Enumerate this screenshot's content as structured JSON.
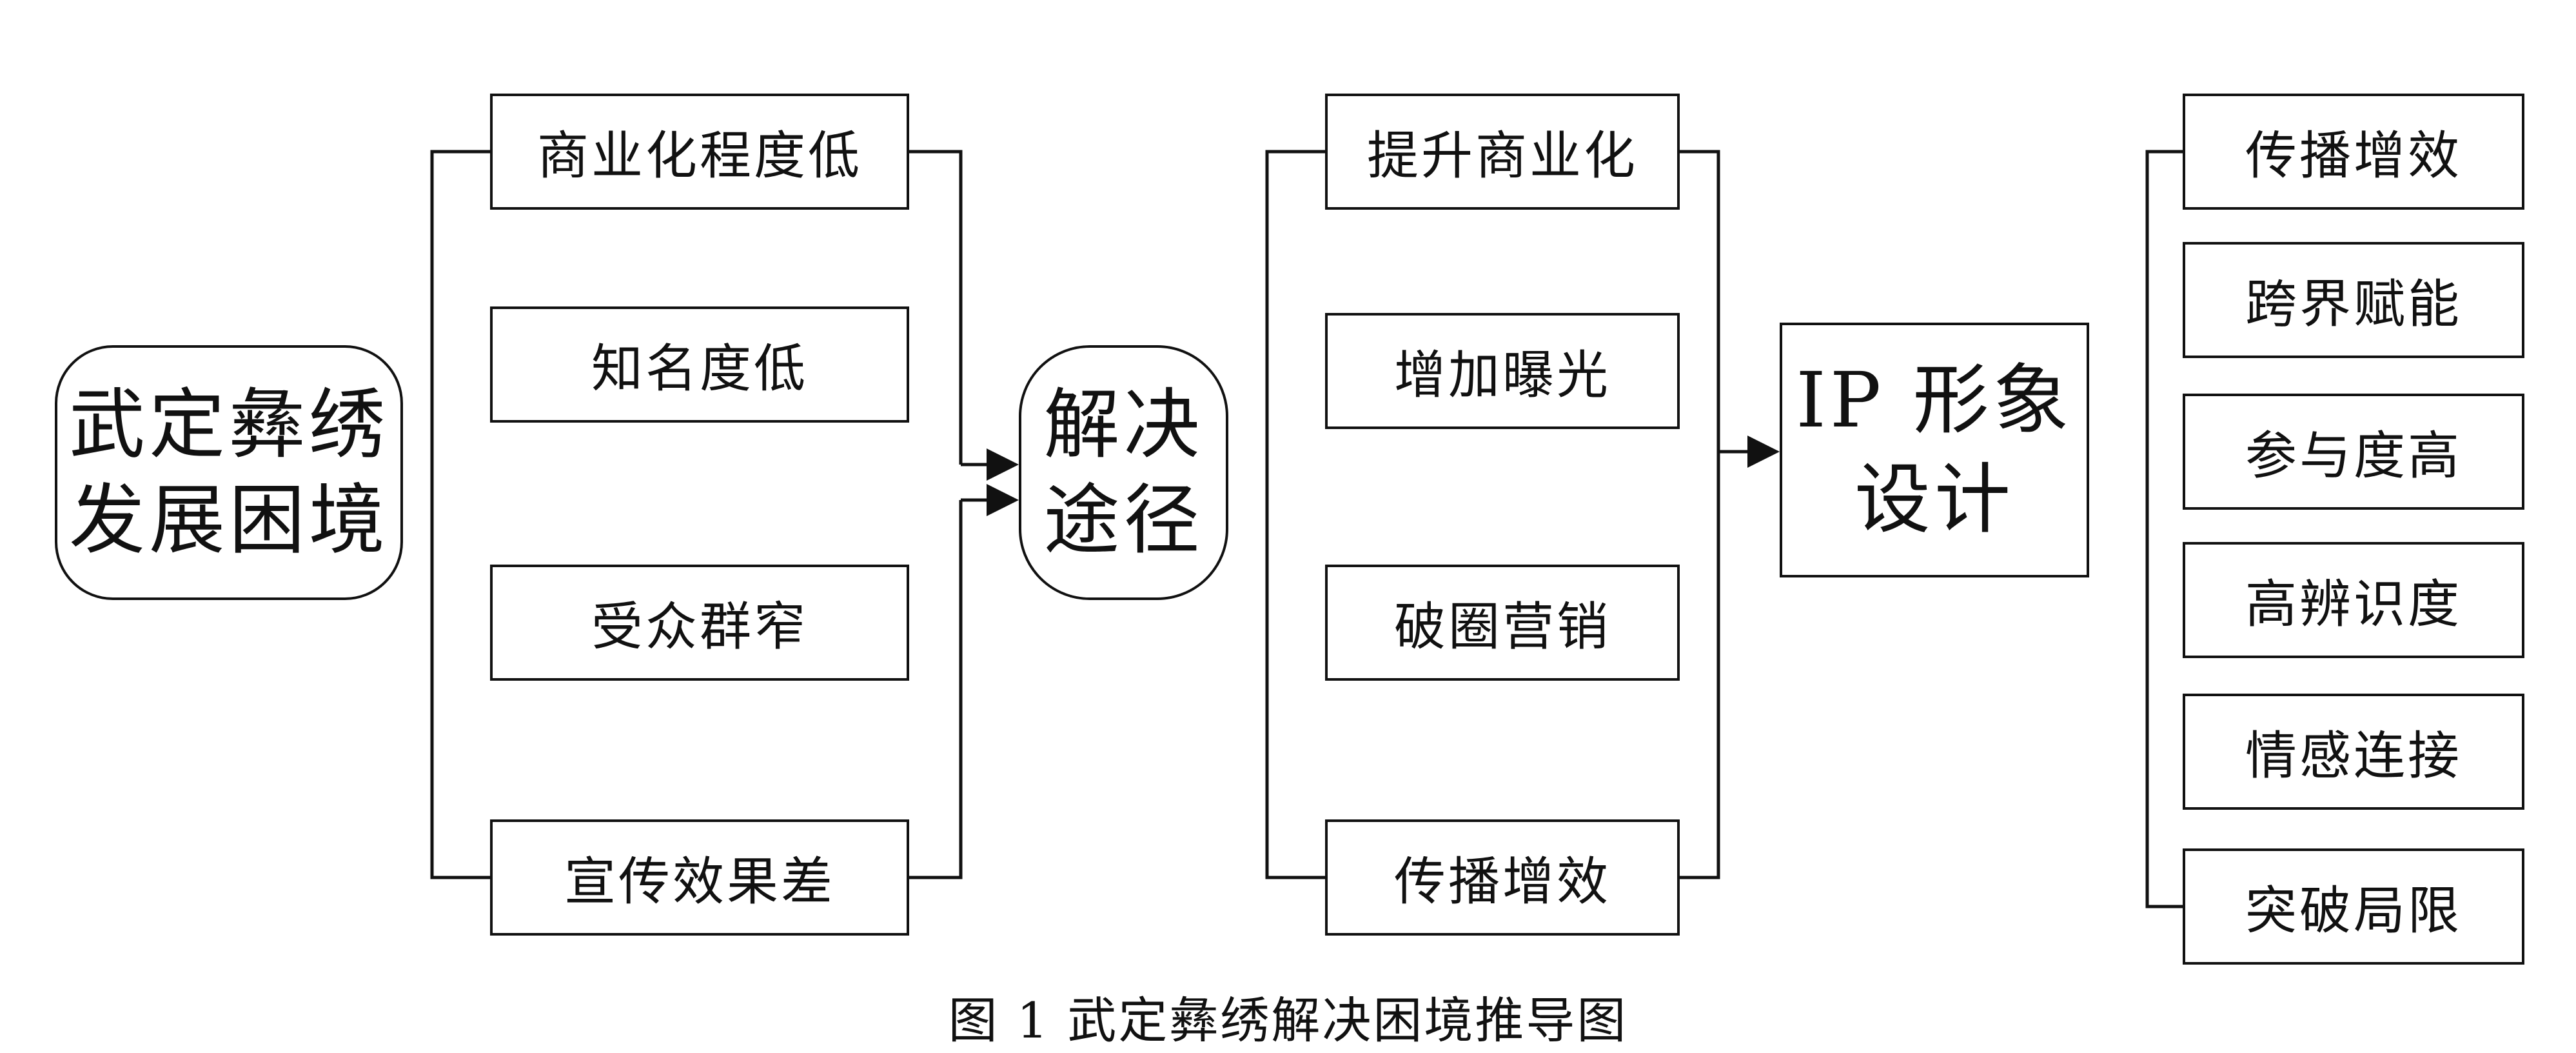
{
  "start": {
    "line1": "武定彝绣",
    "line2": "发展困境"
  },
  "problems": [
    "商业化程度低",
    "知名度低",
    "受众群窄",
    "宣传效果差"
  ],
  "hub": {
    "line1": "解决",
    "line2": "途径"
  },
  "solutions": [
    "提升商业化",
    "增加曝光",
    "破圈营销",
    "传播增效"
  ],
  "ip": {
    "line1": "IP 形象",
    "line2": "设计"
  },
  "outcomes": [
    "传播增效",
    "跨界赋能",
    "参与度高",
    "高辨识度",
    "情感连接",
    "突破局限"
  ],
  "caption": "图 1 武定彝绣解决困境推导图"
}
